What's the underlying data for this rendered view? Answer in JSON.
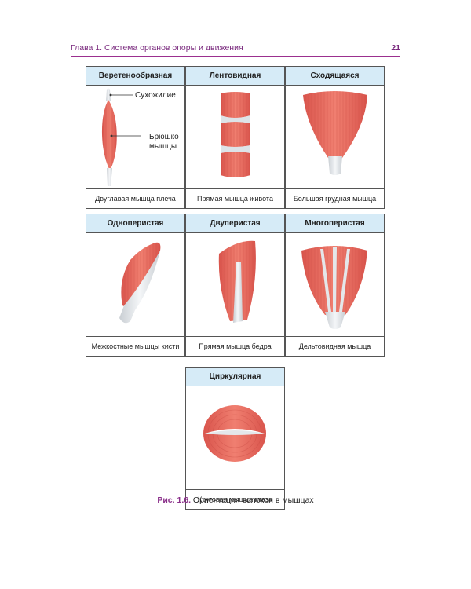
{
  "header": {
    "chapter": "Глава 1. Система органов опоры и движения",
    "page_number": "21"
  },
  "cells": [
    {
      "title": "Веретенообразная",
      "caption": "Двуглавая мышца плеча"
    },
    {
      "title": "Лентовидная",
      "caption": "Прямая мышца живота"
    },
    {
      "title": "Сходящаяся",
      "caption": "Большая грудная мышца"
    },
    {
      "title": "Одноперистая",
      "caption": "Межкостные мышцы кисти"
    },
    {
      "title": "Двуперистая",
      "caption": "Прямая мышца бедра"
    },
    {
      "title": "Многоперистая",
      "caption": "Дельтовидная мышца"
    },
    {
      "title": "Циркулярная",
      "caption": "Круговая мышца глаза"
    }
  ],
  "annotations": {
    "tendon": "Сухожилие",
    "belly_line1": "Брюшко",
    "belly_line2": "мышцы"
  },
  "figure_caption": {
    "label": "Рис. 1.6.",
    "text": "Ориентация волокон в мышцах"
  },
  "colors": {
    "muscle": "#e8685c",
    "muscle_dark": "#d04c45",
    "tendon": "#e4e7ea",
    "header_fill": "#d6ebf7",
    "accent": "#8a2f8a"
  }
}
